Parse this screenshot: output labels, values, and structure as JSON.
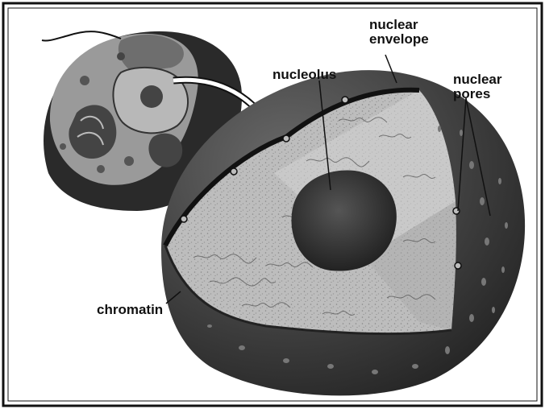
{
  "labels": {
    "nuclear_envelope": [
      "nuclear",
      "envelope"
    ],
    "nucleolus": "nucleolus",
    "nuclear_pores": [
      "nuclear",
      "pores"
    ],
    "chromatin": "chromatin"
  },
  "colors": {
    "border": "#111111",
    "shell": "#333333",
    "cut_face": "#bdbdbd",
    "nucleolus": "#262626",
    "cell_body": "#9a9a9a"
  }
}
